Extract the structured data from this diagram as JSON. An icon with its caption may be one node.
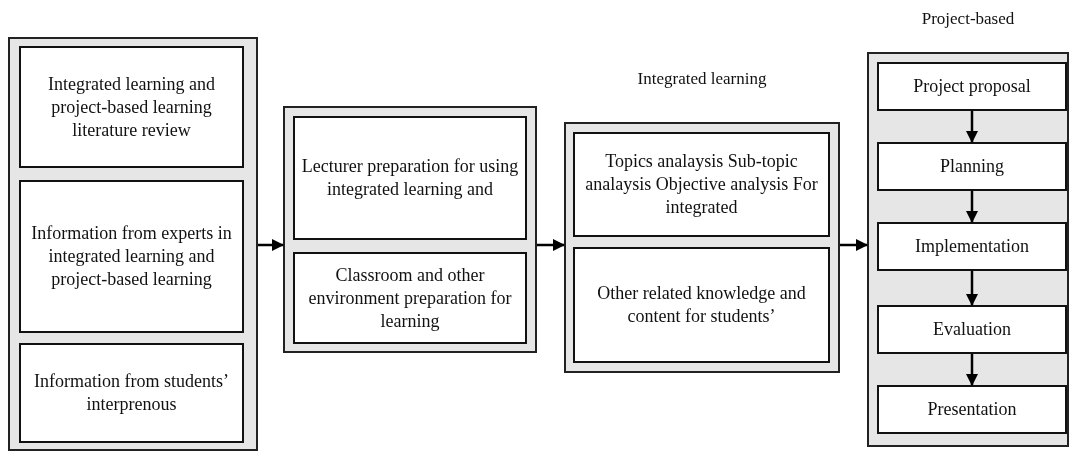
{
  "diagram": {
    "nodes": [
      {
        "text": [],
        "shape": "box"
      },
      {
        "text": [
          "Integrated learning and project-based learning literature review"
        ],
        "in": 0
      },
      {
        "text": [
          "Information from experts in integrated learning and project-based learning"
        ],
        "in": 0
      },
      {
        "text": [
          "Information from students’ interprenous"
        ],
        "in": 0
      },
      {
        "text": [],
        "shape": "box"
      },
      {
        "text": [
          "Lecturer preparation for using integrated learning and"
        ],
        "in": 4
      },
      {
        "text": [
          "Classroom and other environment preparation for learning"
        ],
        "in": 4
      },
      {
        "text": [
          "Integrated learning"
        ]
      },
      {
        "text": [
          "Topics analaysis Sub-topic analaysis Objective analysis For integrated"
        ],
        "in": 7
      },
      {
        "text": [
          "Other related knowledge and content for students’"
        ],
        "in": 7
      },
      {
        "text": [
          "Project-based"
        ]
      },
      {
        "text": [
          "Project proposal"
        ],
        "in": 10
      },
      {
        "text": [
          "Planning"
        ],
        "in": 10
      },
      {
        "text": [
          "Implementation"
        ],
        "in": 10
      },
      {
        "text": [
          "Evaluation"
        ],
        "in": 10
      },
      {
        "text": [
          "Presentation"
        ],
        "in": 10
      }
    ],
    "edges": [
      {
        "from": 0,
        "to": 4,
        "arrow": "to"
      },
      {
        "from": 4,
        "to": 7,
        "arrow": "to"
      },
      {
        "from": 7,
        "to": 10,
        "arrow": "to"
      },
      {
        "from": 11,
        "to": 12,
        "arrow": "to"
      },
      {
        "from": 12,
        "to": 13,
        "arrow": "to"
      },
      {
        "from": 13,
        "to": 14,
        "arrow": "to"
      },
      {
        "from": 14,
        "to": 15,
        "arrow": "to"
      }
    ]
  }
}
